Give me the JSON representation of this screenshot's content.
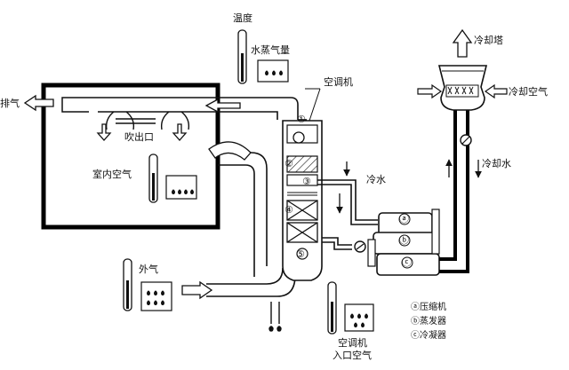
{
  "labels": {
    "exhaust": "排气",
    "supply_outlet": "吹出口",
    "indoor_air": "室内空气",
    "temperature": "温度",
    "water_vapor": "水蒸气量",
    "air_conditioner": "空调机",
    "cooling_tower": "冷却塔",
    "cooling_air": "冷却空气",
    "cooling_water": "冷却水",
    "chilled_water": "冷水",
    "outside_air": "外气",
    "ac_inlet_air_line1": "空调机",
    "ac_inlet_air_line2": "入口空气"
  },
  "ac_sections": [
    "①",
    "②",
    "③",
    "④",
    "⑤"
  ],
  "chiller_parts": [
    "ⓐ",
    "ⓑ",
    "ⓒ"
  ],
  "legend": [
    {
      "mark": "ⓐ",
      "text": "压缩机"
    },
    {
      "mark": "ⓑ",
      "text": "蒸发器"
    },
    {
      "mark": "ⓒ",
      "text": "冷凝器"
    }
  ]
}
